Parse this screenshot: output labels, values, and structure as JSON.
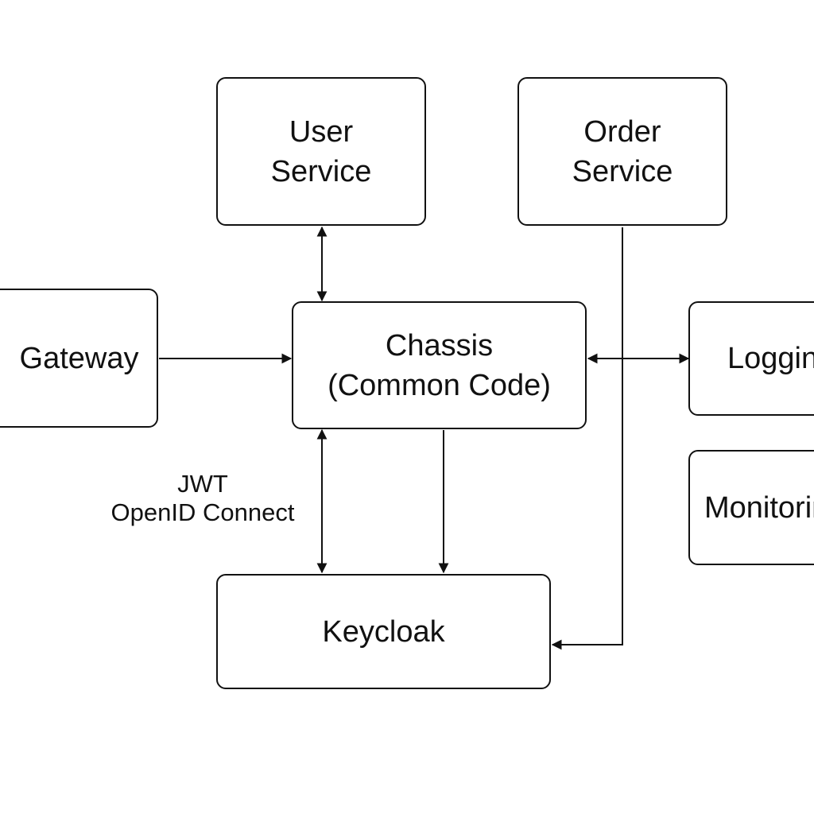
{
  "diagram": {
    "nodes": {
      "user_service": "User\nService",
      "order_service": "Order\nService",
      "gateway": "Gateway",
      "chassis": "Chassis\n(Common Code)",
      "logging": "Logging",
      "monitoring": "Monitoring",
      "keycloak": "Keycloak"
    },
    "edge_labels": {
      "auth_protocol_line1": "JWT",
      "auth_protocol_line2": "OpenID Connect"
    },
    "stroke_color": "#111111",
    "background_color": "#ffffff"
  }
}
